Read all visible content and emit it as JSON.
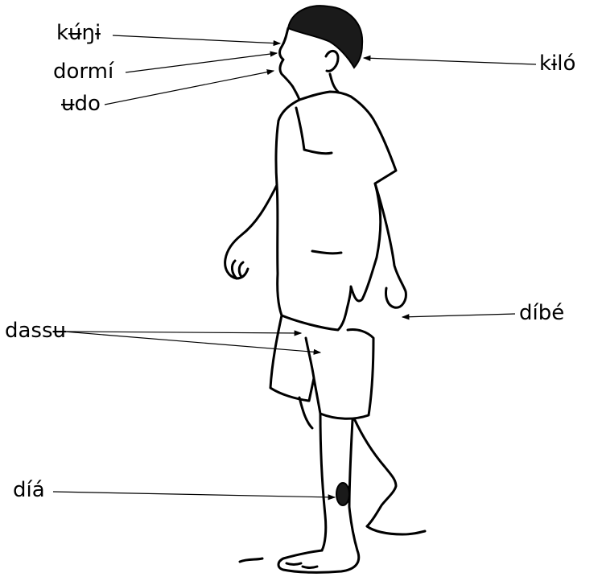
{
  "labels": {
    "nose": "kʉ́ŋɨ",
    "mouth": "dormí",
    "lips": "ʉdo",
    "head": "kɨló",
    "hand": "díbé",
    "shorts": "dassʉ",
    "sore": "díá"
  },
  "colors": {
    "ink": "#000000",
    "background": "#ffffff"
  }
}
